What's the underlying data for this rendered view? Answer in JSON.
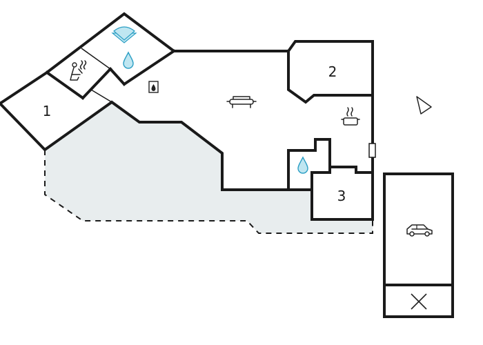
{
  "rooms": [
    {
      "id": "room-1",
      "label": "1"
    },
    {
      "id": "room-2",
      "label": "2"
    },
    {
      "id": "room-3",
      "label": "3"
    }
  ],
  "icons": [
    "sauna-icon",
    "shower-icon",
    "bathroom-drop-icon",
    "fireplace-icon",
    "sofa-icon",
    "kitchen-pot-icon",
    "car-icon",
    "north-arrow-icon",
    "empty-bay-cross-icon"
  ],
  "colors": {
    "wall": "#1a1a1a",
    "terrace": "#e8edee",
    "water": "#2a9ec4",
    "water_light": "#bfe6f1"
  }
}
